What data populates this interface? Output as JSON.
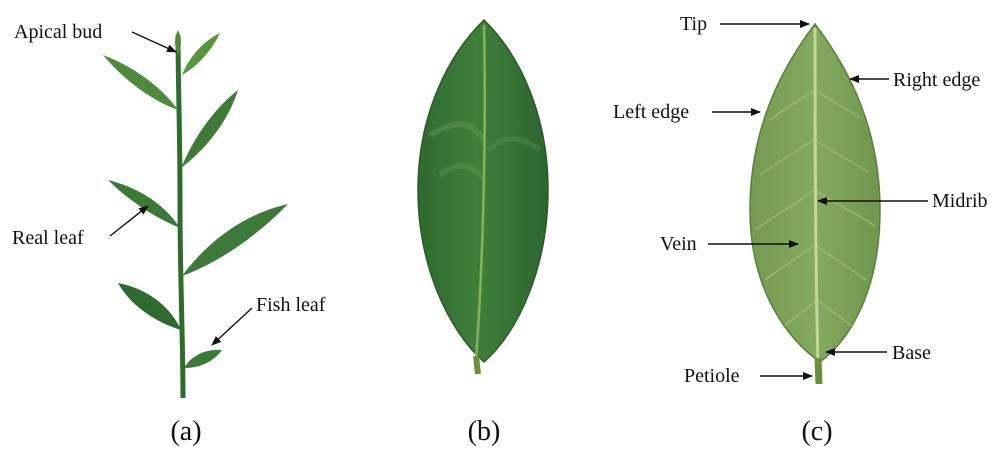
{
  "panels": [
    {
      "caption": "(a)"
    },
    {
      "caption": "(b)"
    },
    {
      "caption": "(c)"
    }
  ],
  "labels_a": {
    "apical_bud": "Apical bud",
    "real_leaf": "Real leaf",
    "fish_leaf": "Fish leaf"
  },
  "labels_c": {
    "tip": "Tip",
    "right_edge": "Right edge",
    "left_edge": "Left edge",
    "midrib": "Midrib",
    "vein": "Vein",
    "base": "Base",
    "petiole": "Petiole"
  },
  "colors": {
    "stem": "#2f6b2a",
    "leaf_dark": "#3d7a3a",
    "leaf_shoot": "#4e8a3c",
    "leaf_c": "#7da25a",
    "midrib": "#b8cf8a"
  }
}
